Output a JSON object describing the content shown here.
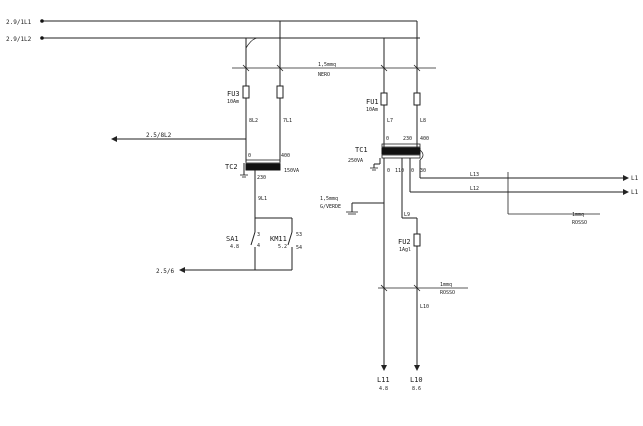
{
  "refs": {
    "in_l1": "2.9/1L1",
    "in_l2": "2.9/1L2",
    "out_8l2": "2.5/8L2",
    "out_6": "2.5/6"
  },
  "bus_top": {
    "section": "1,5mmq",
    "color": "NERO"
  },
  "fuses": {
    "fu3": {
      "name": "FU3",
      "rating": "10Am"
    },
    "fu1": {
      "name": "FU1",
      "rating": "10Am"
    },
    "fu2": {
      "name": "FU2",
      "rating": "1Agl"
    }
  },
  "transformers": {
    "tc2": {
      "name": "TC2",
      "power": "150VA",
      "tap_0": "0",
      "tap_400": "400",
      "sec_230": "230"
    },
    "tc1": {
      "name": "TC1",
      "power": "250VA",
      "tap_0": "0",
      "tap_230": "230",
      "tap_400": "400",
      "sec_0": "0",
      "sec_110": "110",
      "sec_0b": "0",
      "sec_30": "30"
    }
  },
  "wires": {
    "w8l2": "8L2",
    "w7l1": "7L1",
    "l7": "L7",
    "l8": "L8",
    "w9l1": "9L1",
    "l9": "L9",
    "l10": "L10",
    "l12": "L12",
    "l13": "L13",
    "l1a": "L1",
    "l1b": "L1"
  },
  "switches": {
    "sa1": {
      "name": "SA1",
      "ref": "4.8",
      "c3": "3",
      "c4": "4"
    },
    "km11": {
      "name": "KM11",
      "ref": "5.2",
      "c53": "53",
      "c54": "54"
    }
  },
  "ground": {
    "section": "1,5mmq",
    "color": "G/VERDE"
  },
  "bus_red_right": {
    "section": "1mmq",
    "color": "ROSSO"
  },
  "bus_red_bottom": {
    "section": "1mmq",
    "color": "ROSSO"
  },
  "outputs": {
    "l11": {
      "name": "L11",
      "ref": "4.8"
    },
    "l10": {
      "name": "L10",
      "ref": "8.6"
    }
  }
}
